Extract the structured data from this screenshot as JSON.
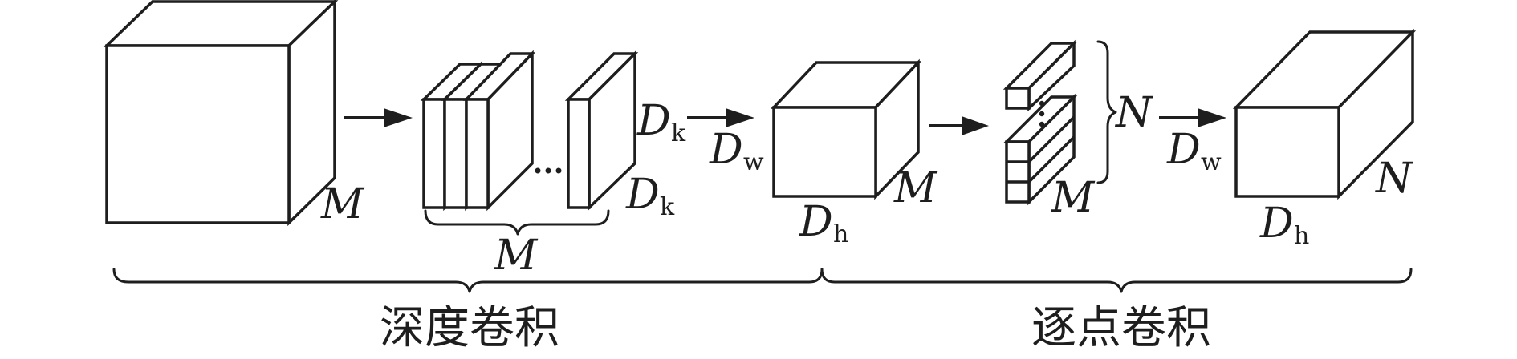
{
  "labels": {
    "M": "M",
    "N": "N",
    "D": "D",
    "k": "k",
    "w": "w",
    "h": "h"
  },
  "captions": {
    "depthwise": "深度卷积",
    "pointwise": "逐点卷积"
  },
  "colors": {
    "stroke": "#1e1e1e",
    "background": "#ffffff"
  }
}
